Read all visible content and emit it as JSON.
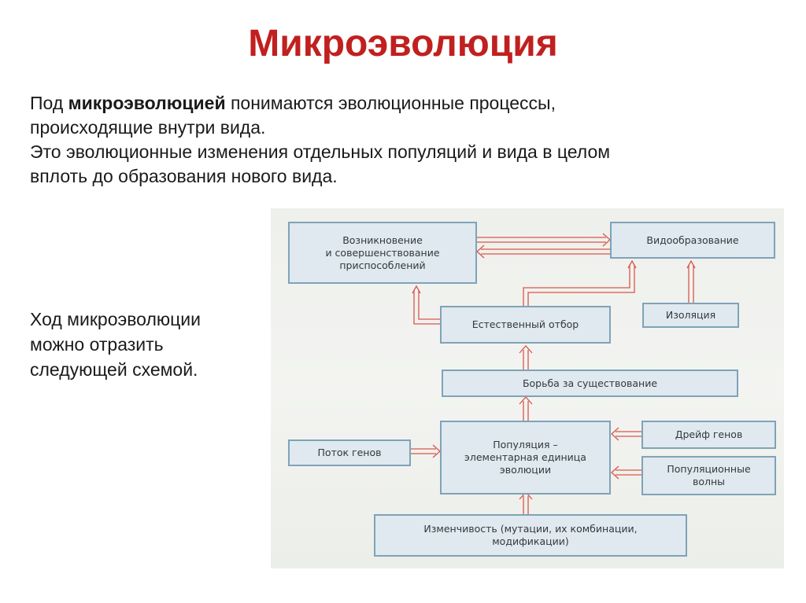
{
  "title": "Микроэволюция",
  "intro": {
    "line1_pre": "Под ",
    "line1_bold": "микроэволюцией",
    "line1_post": " понимаются эволюционные процессы,",
    "line2": "происходящие внутри вида.",
    "line3": "Это эволюционные изменения отдельных популяций и вида в целом",
    "line4": "вплоть до образования нового вида."
  },
  "caption": {
    "line1": "Ход микроэволюции",
    "line2": "можно отразить",
    "line3": "следующей схемой."
  },
  "diagram": {
    "adaptation": {
      "line1": "Возникновение",
      "line2": "и совершенствование",
      "line3": "приспособлений"
    },
    "speciation": "Видообразование",
    "selection": "Естественный отбор",
    "isolation": "Изоляция",
    "struggle": "Борьба за существование",
    "population": {
      "line1": "Популяция –",
      "line2": "элементарная единица",
      "line3": "эволюции"
    },
    "gene_flow": "Поток генов",
    "drift": "Дрейф генов",
    "waves": {
      "line1": "Популяционные",
      "line2": "волны"
    },
    "variation": {
      "line1": "Изменчивость (мутации, их комбинации,",
      "line2": "модификации)"
    }
  },
  "colors": {
    "title": "#c0201f",
    "box_fill": "#dfe9ef",
    "box_border": "#7fa3b8",
    "arrow": "#d9564a"
  }
}
